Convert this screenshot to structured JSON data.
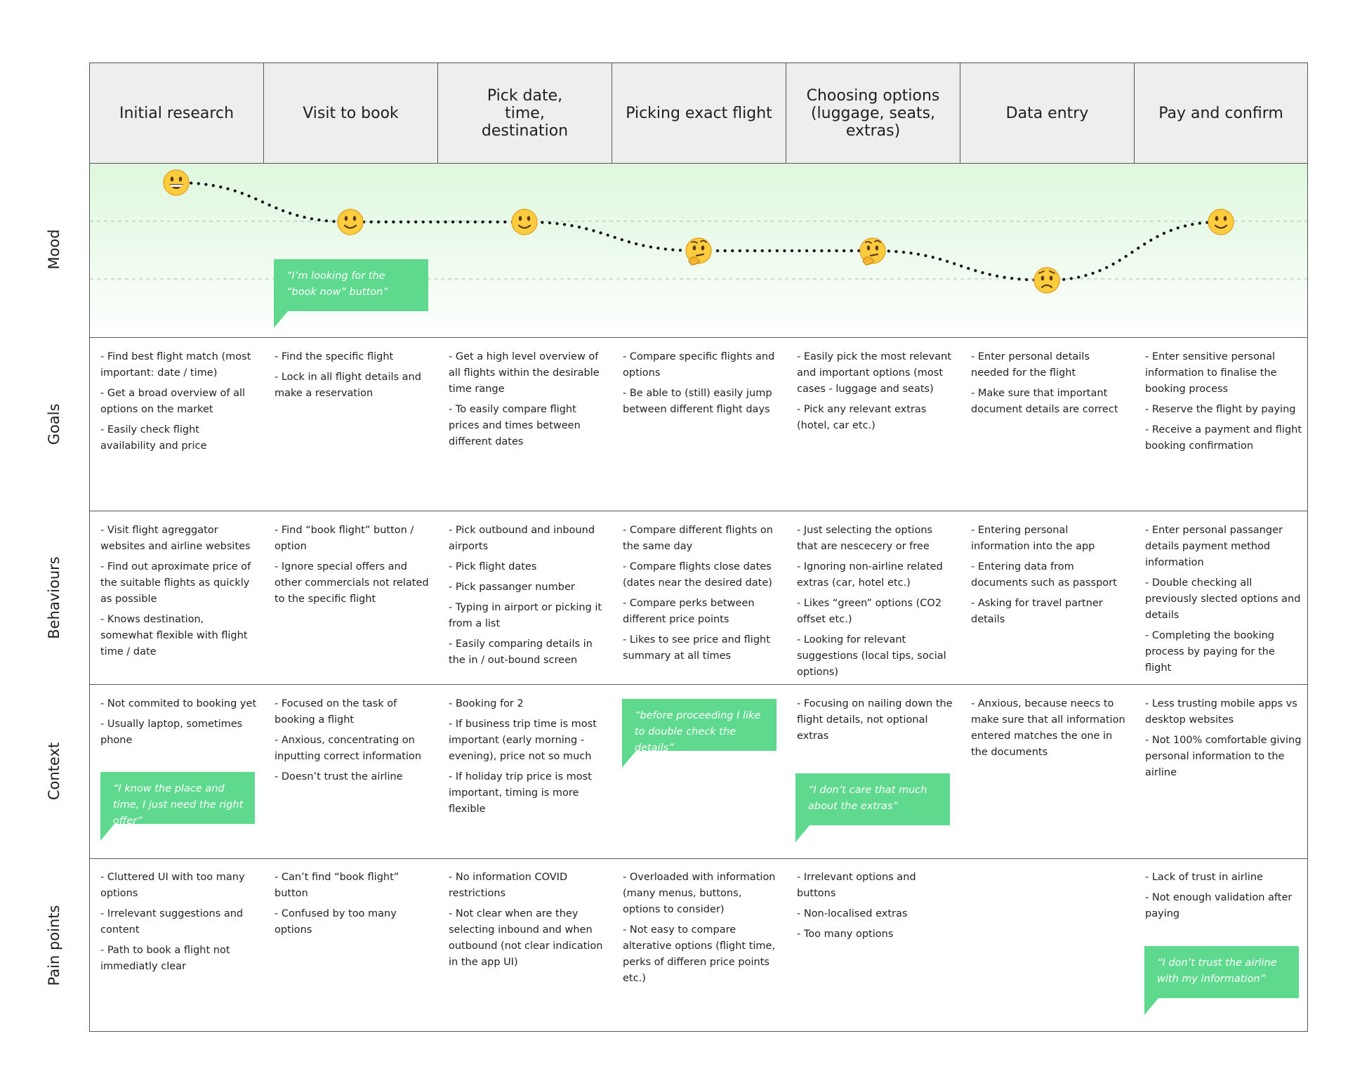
{
  "stages": [
    "Initial research",
    "Visit to book",
    "Pick date, time, destination",
    "Picking exact flight",
    "Choosing options (luggage, seats, extras)",
    "Data entry",
    "Pay and confirm"
  ],
  "rows": {
    "mood": "Mood",
    "goals": "Goals",
    "behaviours": "Behaviours",
    "context": "Context",
    "pain_points": "Pain points"
  },
  "mood": {
    "levels": [
      1,
      2,
      2,
      3,
      3,
      4,
      2
    ],
    "faces": [
      "grinning-face-icon",
      "slightly-smiling-face-icon",
      "slightly-smiling-face-icon",
      "thinking-face-icon",
      "thinking-face-icon",
      "worried-face-icon",
      "slightly-smiling-face-icon"
    ],
    "line_color": "#111111",
    "band_color": "#dff7de"
  },
  "goals": [
    [
      "- Find best flight match (most important: date / time)",
      "- Get a broad overview of all options on the market",
      "- Easily check flight availability and price"
    ],
    [
      "- Find the specific flight",
      "- Lock in all flight details and make a reservation"
    ],
    [
      "- Get a high level overview of all flights within the desirable time range",
      "- To easily compare flight prices and times between different dates"
    ],
    [
      "- Compare specific flights and options",
      "- Be able to (still) easily jump between different flight days"
    ],
    [
      "- Easily pick the most relevant and important options (most cases - luggage and seats)",
      "- Pick any relevant extras (hotel, car etc.)"
    ],
    [
      "- Enter personal details needed for the flight",
      "- Make sure that important document details are correct"
    ],
    [
      "- Enter sensitive personal information to finalise the booking process",
      "- Reserve the flight by paying",
      "- Receive a payment and flight booking confirmation"
    ]
  ],
  "behaviours": [
    [
      "- Visit flight agreggator websites and airline websites",
      "- Find out aproximate price of the suitable flights as quickly as possible",
      "- Knows destination, somewhat flexible with flight time / date"
    ],
    [
      "- Find “book flight” button / option",
      "- Ignore special offers and other commercials not related to the specific flight"
    ],
    [
      "- Pick outbound and inbound airports",
      "- Pick flight dates",
      "- Pick passanger number",
      "- Typing in airport or picking it from a list",
      "- Easily comparing details in the in / out-bound screen"
    ],
    [
      "- Compare different flights on the same day",
      "- Compare flights close dates (dates near the desired date)",
      "- Compare perks between different price points",
      "- Likes to see price and flight summary at all times"
    ],
    [
      "- Just selecting the options that are nescecery or free",
      "- Ignoring non-airline related extras (car, hotel etc.)",
      "- Likes “green” options (CO2 offset etc.)",
      "- Looking for relevant suggestions (local tips, social options)"
    ],
    [
      "- Entering personal information into the app",
      "- Entering data from documents such as passport",
      "- Asking for travel partner details"
    ],
    [
      "- Enter personal passanger details payment method information",
      "- Double checking all previously slected options and details",
      "- Completing the booking process by paying for the flight"
    ]
  ],
  "context": [
    [
      "- Not commited to booking yet",
      "- Usually laptop, sometimes phone"
    ],
    [
      "- Focused on the task of booking a flight",
      "- Anxious, concentrating on inputting correct information",
      "- Doesn’t trust the airline"
    ],
    [
      "- Booking for 2",
      "- If business trip time is most important (early morning - evening), price not so much",
      "- If holiday trip price is most important, timing is more flexible"
    ],
    [],
    [
      "- Focusing on nailing down the flight details, not optional extras"
    ],
    [
      "- Anxious, because neecs to make sure that all information entered matches the one in the documents"
    ],
    [
      "- Less trusting mobile apps vs desktop websites",
      "- Not 100% comfortable giving personal information to the airline"
    ]
  ],
  "pain_points": [
    [
      "- Cluttered UI with too many options",
      "- Irrelevant suggestions and content",
      "- Path to book a flight not immediatly clear"
    ],
    [
      "- Can’t find “book flight” button",
      "- Confused by too many options"
    ],
    [
      "- No information COVID restrictions",
      "- Not clear when are they selecting inbound and when outbound (not clear indication in the app UI)"
    ],
    [
      "- Overloaded with information (many menus, buttons, options to consider)",
      "- Not easy to compare alterative options (flight time, perks of differen price points etc.)"
    ],
    [
      "- Irrelevant options and buttons",
      "- Non-localised extras",
      "- Too many options"
    ],
    [],
    [
      "- Lack of trust in airline",
      "- Not enough validation after paying"
    ]
  ],
  "quotes": {
    "visit_to_book": "“I’m looking for the “book now” button”",
    "initial_research": "“I know the place and time, I just need the right offer”",
    "picking_exact_flight": "“before proceeding I like to double check the details”",
    "choosing_options": "“I don’t care that much about the extras”",
    "pay_and_confirm": "“I don’t trust the airline with my information”"
  },
  "colors": {
    "quote_bubble": "#5fd98d",
    "header_bg": "#eeeeee",
    "border": "#555555"
  }
}
